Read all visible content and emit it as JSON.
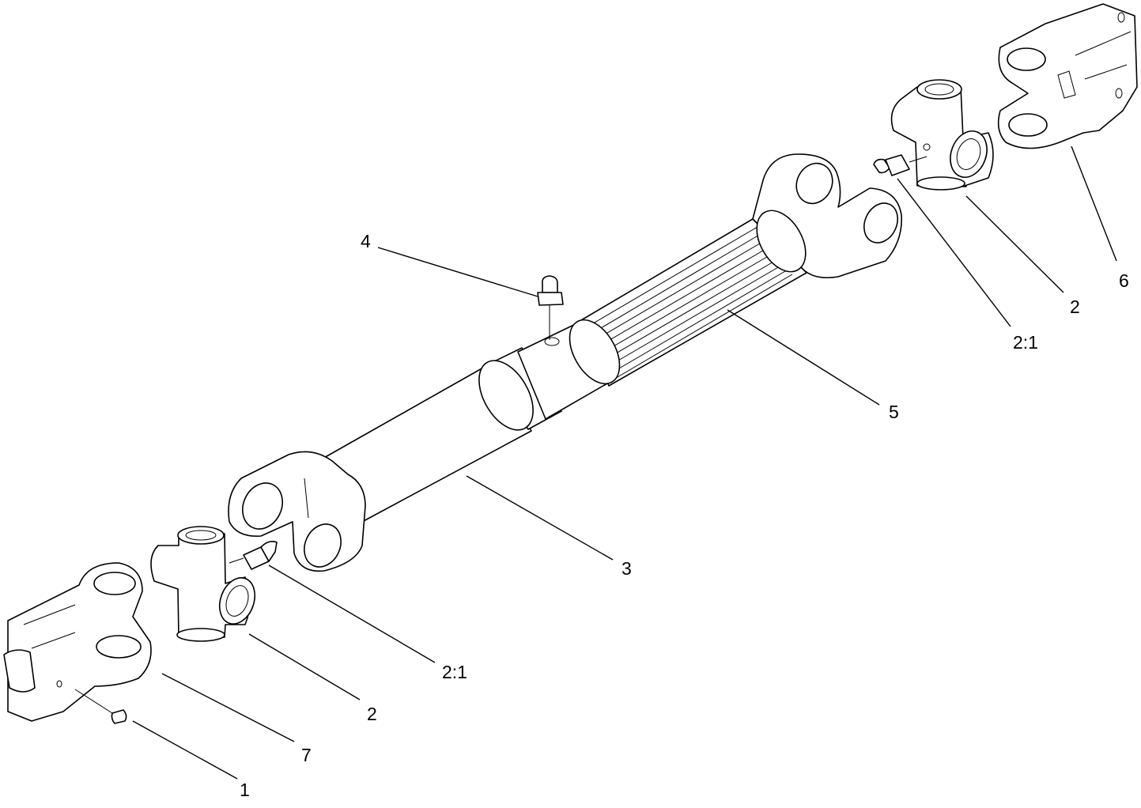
{
  "callouts": {
    "c1": "1",
    "c2_left": "2",
    "c2_right": "2",
    "c21_left": "2:1",
    "c21_right": "2:1",
    "c3": "3",
    "c4": "4",
    "c5": "5",
    "c6": "6",
    "c7": "7"
  },
  "colors": {
    "line": "#000000",
    "background": "#ffffff"
  }
}
